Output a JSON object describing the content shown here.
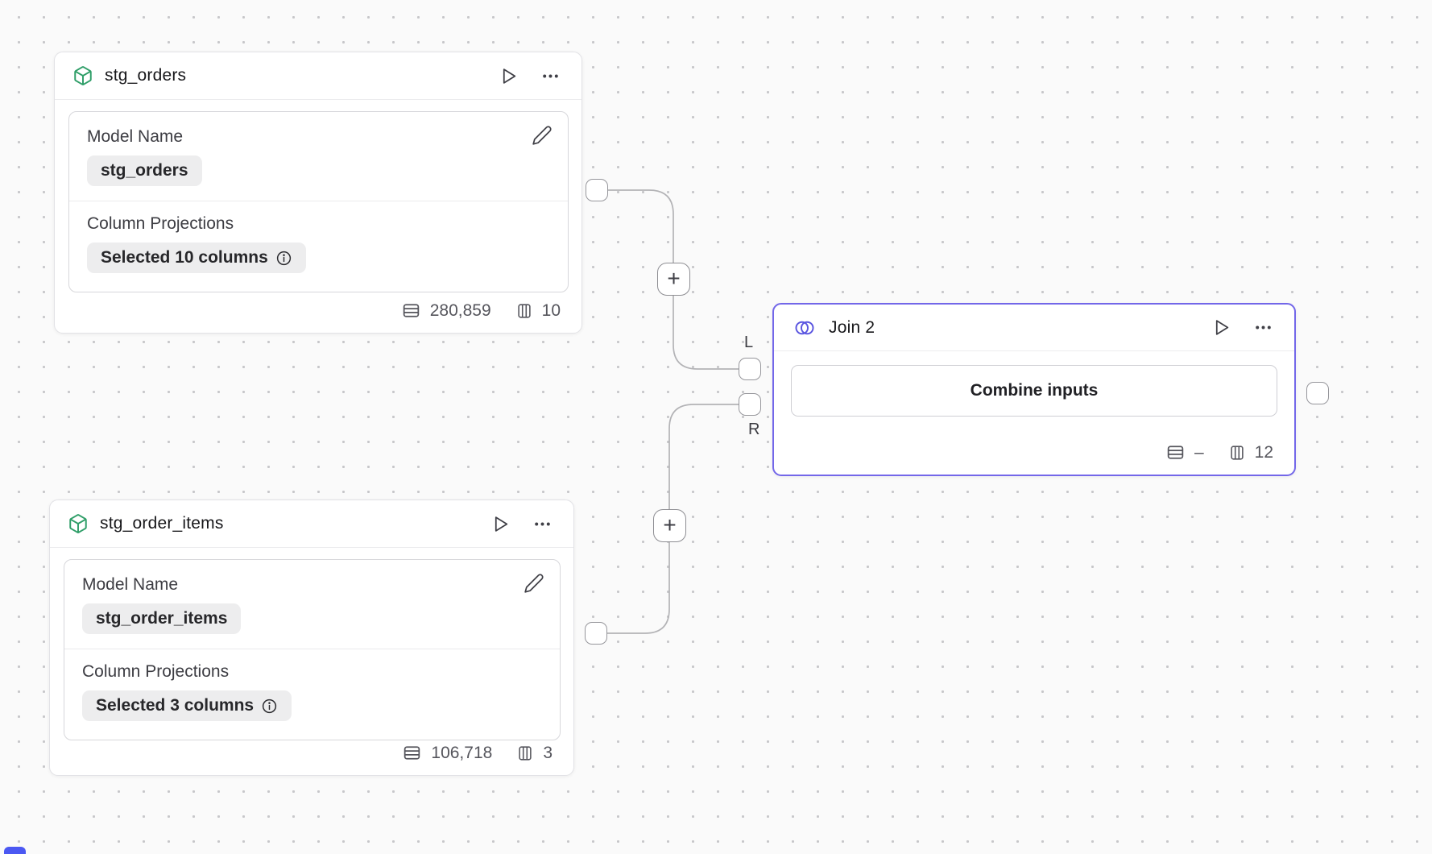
{
  "canvas": {
    "background": "#fafafa",
    "dot_color": "#c7c7ca",
    "selection_color": "#7367e9",
    "corner_accent_color": "#4b58f2"
  },
  "icons": {
    "model": "cube-icon",
    "join": "join-circles-icon",
    "run": "play-icon",
    "menu": "ellipsis-icon",
    "edit": "pencil-icon",
    "info": "info-icon",
    "rows": "table-rows-icon",
    "columns": "table-columns-icon"
  },
  "nodes": {
    "stg_orders": {
      "title": "stg_orders",
      "fields": {
        "model_name": {
          "label": "Model Name",
          "value": "stg_orders"
        },
        "column_projections": {
          "label": "Column Projections",
          "value": "Selected 10 columns"
        }
      },
      "stats": {
        "rows": "280,859",
        "columns": "10"
      }
    },
    "stg_order_items": {
      "title": "stg_order_items",
      "fields": {
        "model_name": {
          "label": "Model Name",
          "value": "stg_order_items"
        },
        "column_projections": {
          "label": "Column Projections",
          "value": "Selected 3 columns"
        }
      },
      "stats": {
        "rows": "106,718",
        "columns": "3"
      }
    },
    "join_2": {
      "title": "Join 2",
      "combine_button": "Combine inputs",
      "stats": {
        "rows": "–",
        "columns": "12"
      },
      "ports": {
        "left": "L",
        "right": "R"
      }
    }
  },
  "connections": {
    "add_step_label": "+"
  }
}
